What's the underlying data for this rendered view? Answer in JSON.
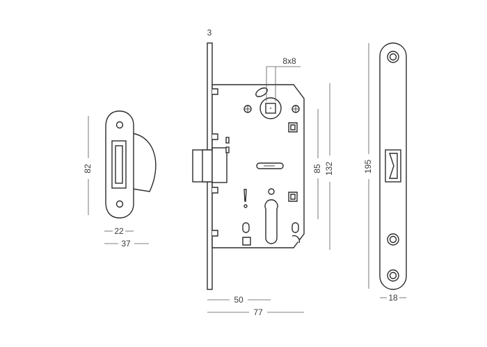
{
  "dimensions": {
    "strike_height": "82",
    "strike_inner_width": "22",
    "strike_width": "37",
    "faceplate_thickness": "3",
    "spindle": "8x8",
    "lock_height_inner": "85",
    "lock_height": "132",
    "backset": "50",
    "lock_depth": "77",
    "faceplate_height": "195",
    "faceplate_width": "18"
  }
}
